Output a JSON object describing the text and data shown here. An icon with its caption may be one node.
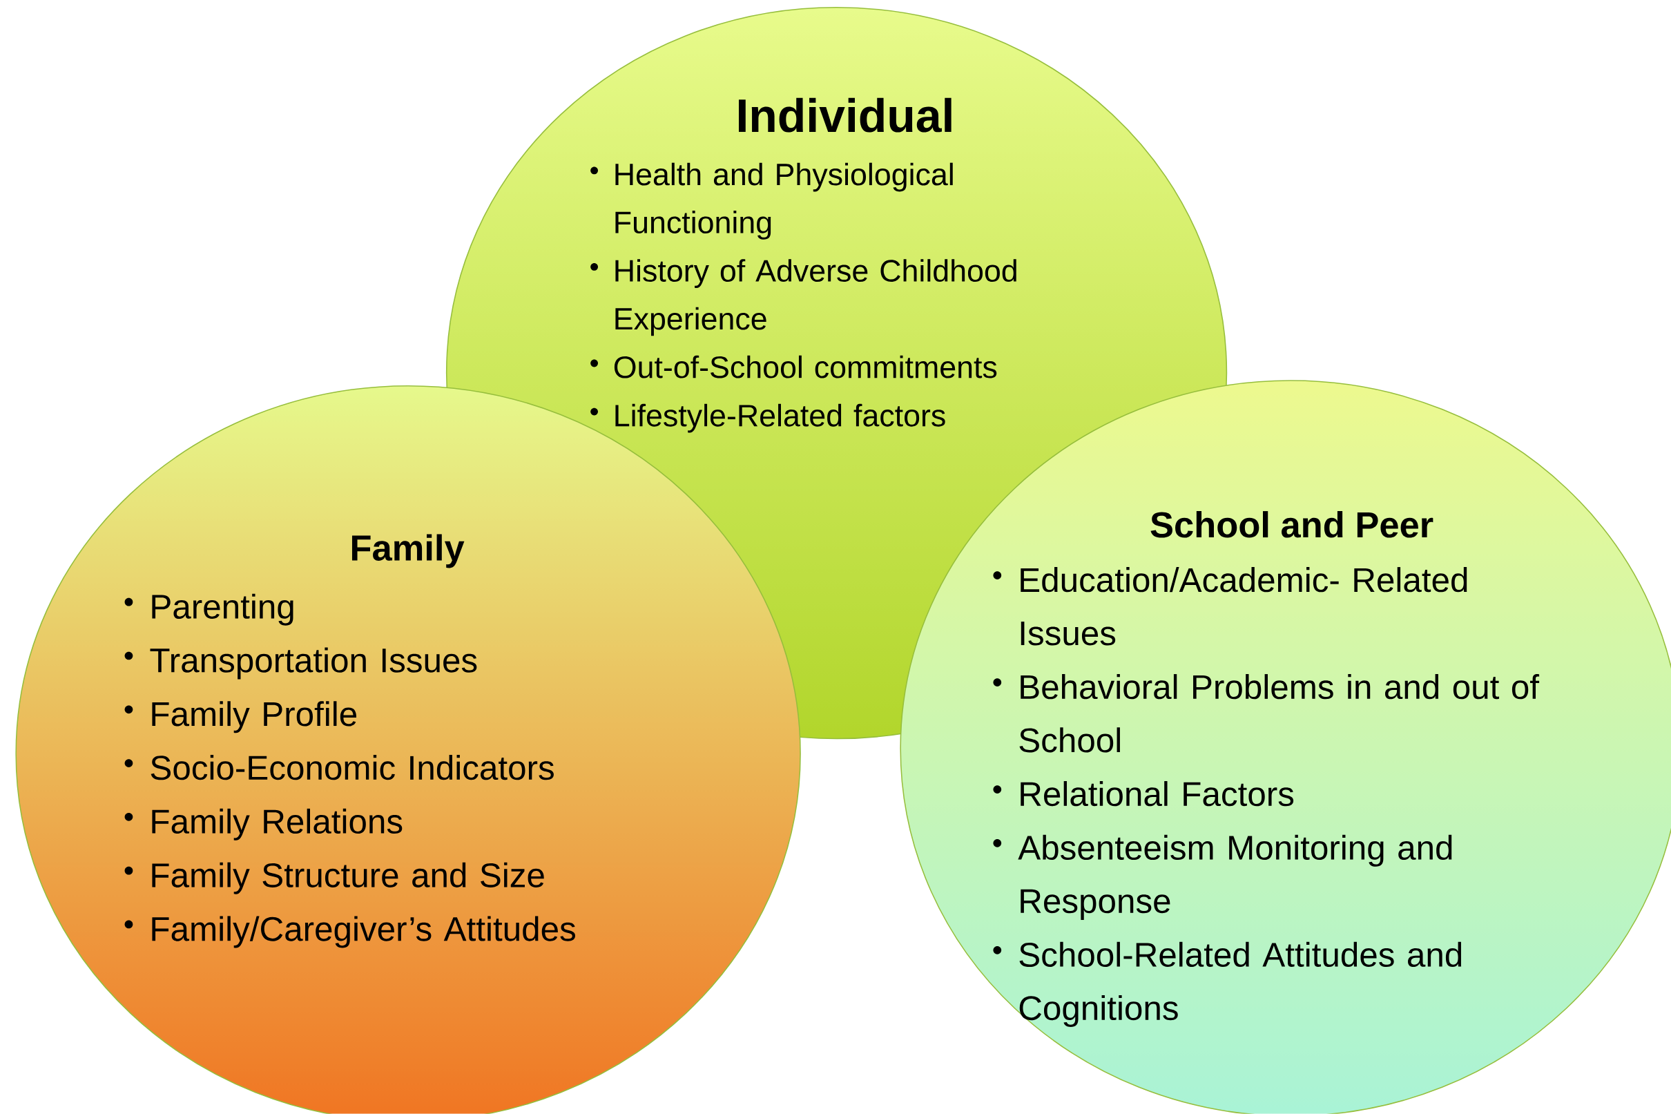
{
  "diagram": {
    "nodes": [
      {
        "text": [
          "Individual",
          "Health and Physiological Functioning",
          "History of Adverse Childhood Experience",
          "Out-of-School commitments",
          "Lifestyle-Related factors"
        ]
      },
      {
        "text": [
          "Family",
          "Parenting",
          "Transportation Issues",
          "Family Profile",
          "Socio-Economic Indicators",
          "Family Relations",
          "Family Structure and Size",
          "Family/Caregiver’s Attitudes"
        ]
      },
      {
        "text": [
          "School and Peer",
          "Education/Academic- Related Issues",
          "Behavioral Problems in and out of School",
          "Relational Factors",
          "Absenteeism Monitoring and Response",
          "School-Related Attitudes and Cognitions"
        ]
      }
    ],
    "edges": []
  }
}
